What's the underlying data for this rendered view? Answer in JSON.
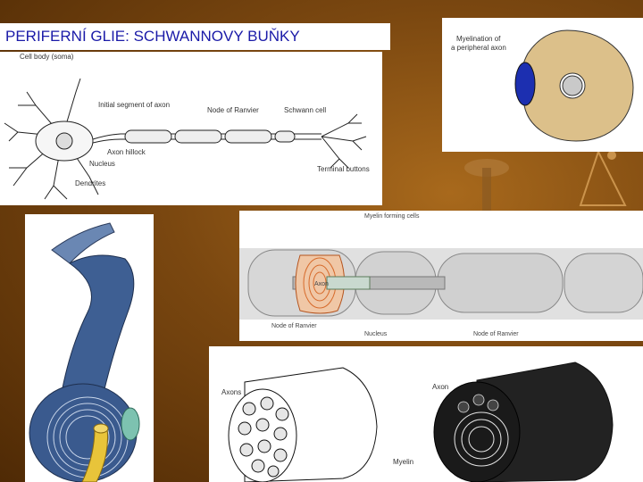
{
  "slide": {
    "title": "PERIFERNÍ GLIE: SCHWANNOVY BUŇKY"
  },
  "neuron_diagram": {
    "labels": {
      "cell_body": "Cell body (soma)",
      "initial_segment": "Initial segment of axon",
      "node_of_ranvier": "Node of Ranvier",
      "schwann_cell": "Schwann cell",
      "axon_hillock": "Axon hillock",
      "nucleus": "Nucleus",
      "dendrites": "Dendrites",
      "terminal_buttons": "Terminal buttons"
    }
  },
  "myelination_diagram": {
    "caption_line1": "Myelination of",
    "caption_line2": "a peripheral axon"
  },
  "myelin_3d": {
    "labels": {
      "myelin_forming_cells": "Myelin forming cells",
      "axon": "Axon",
      "node_of_ranvier_left": "Node of Ranvier",
      "nucleus": "Nucleus",
      "node_of_ranvier_right": "Node of Ranvier"
    }
  },
  "nerve_bundle": {
    "labels": {
      "axons": "Axons",
      "axon": "Axon",
      "myelin": "Myelin"
    }
  },
  "colors": {
    "title_text": "#1a1aa8",
    "background": "#6b3c08",
    "myelin_tan": "#dcc08a",
    "nucleus_blue": "#1c2fb0"
  }
}
